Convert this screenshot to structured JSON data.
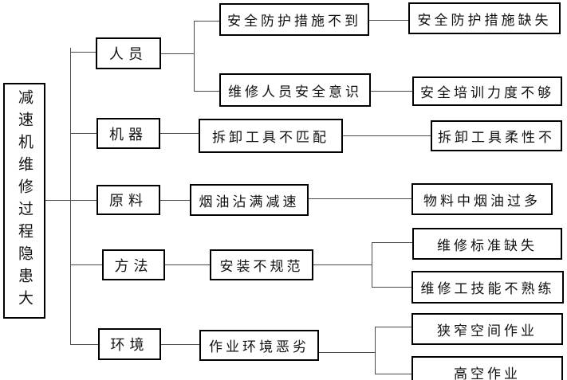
{
  "tree": {
    "root_label": "减速机维修过程隐患大",
    "branches": [
      {
        "label": "人员",
        "mids": [
          {
            "label": "安全防护措施不到",
            "leaves": [
              "安全防护措施缺失"
            ]
          },
          {
            "label": "维修人员安全意识",
            "leaves": [
              "安全培训力度不够"
            ]
          }
        ]
      },
      {
        "label": "机器",
        "mids": [
          {
            "label": "拆卸工具不匹配",
            "leaves": [
              "拆卸工具柔性不"
            ]
          }
        ]
      },
      {
        "label": "原料",
        "mids": [
          {
            "label": "烟油沾满减速",
            "leaves": [
              "物料中烟油过多"
            ]
          }
        ]
      },
      {
        "label": "方法",
        "mids": [
          {
            "label": "安装不规范",
            "leaves": [
              "维修标准缺失",
              "维修工技能不熟练"
            ]
          }
        ]
      },
      {
        "label": "环境",
        "mids": [
          {
            "label": "作业环境恶劣",
            "leaves": [
              "狭窄空间作业",
              "高空作业"
            ]
          }
        ]
      }
    ],
    "colors": {
      "background": "#ffffff",
      "box_border": "#000000",
      "connector_line": "#4a4a4a",
      "text": "#111111"
    }
  }
}
